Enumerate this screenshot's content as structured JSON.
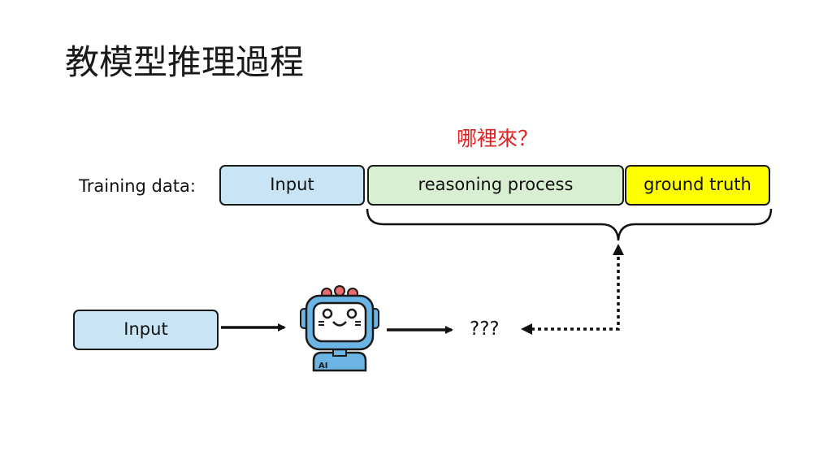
{
  "title": "教模型推理過程",
  "question": "哪裡來？",
  "training_label": "Training data:",
  "segments": {
    "input": "Input",
    "reasoning": "reasoning process",
    "truth": "ground truth"
  },
  "bottom_input": "Input",
  "unknown_output": "???",
  "robot_badge": "AI",
  "colors": {
    "input_fill": "#c9e4f4",
    "reasoning_fill": "#d8efd2",
    "truth_fill": "#ffff00",
    "question_text": "#e02020",
    "robot_blue": "#6cb4e4",
    "robot_red": "#e86a6a"
  }
}
